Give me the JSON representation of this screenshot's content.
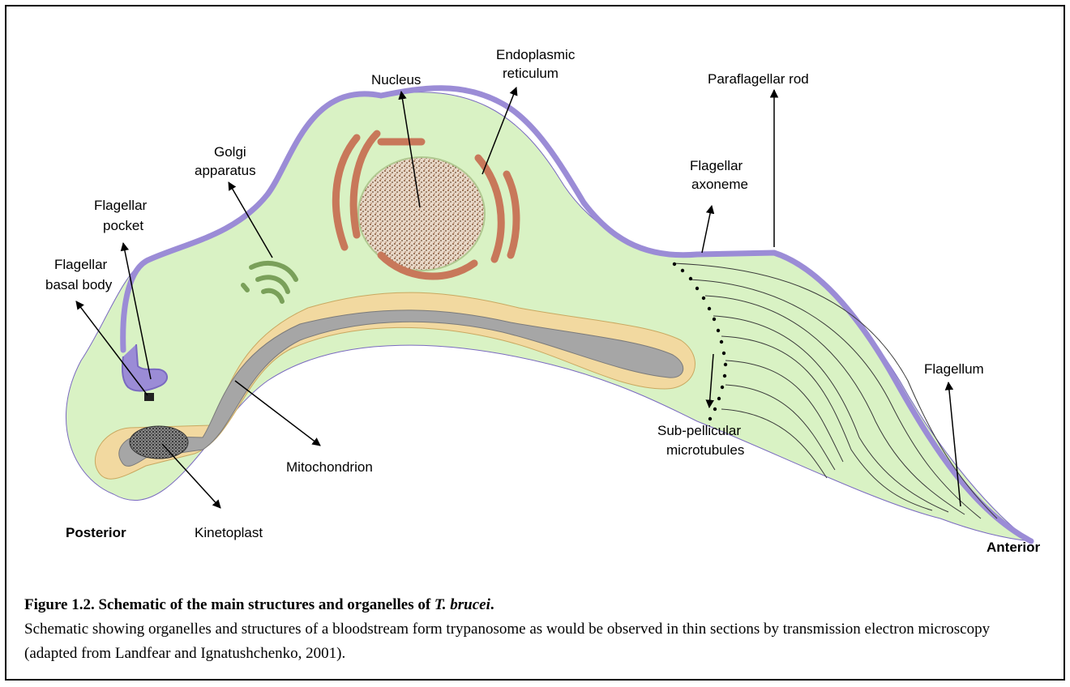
{
  "labels": {
    "nucleus": "Nucleus",
    "er_line1": "Endoplasmic",
    "er_line2": "reticulum",
    "pfr": "Paraflagellar rod",
    "golgi_line1": "Golgi",
    "golgi_line2": "apparatus",
    "axoneme_line1": "Flagellar",
    "axoneme_line2": "axoneme",
    "pocket_line1": "Flagellar",
    "pocket_line2": "pocket",
    "basal_line1": "Flagellar",
    "basal_line2": "basal body",
    "flagellum": "Flagellum",
    "subpell_line1": "Sub-pellicular",
    "subpell_line2": "microtubules",
    "mitochondrion": "Mitochondrion",
    "kinetoplast": "Kinetoplast",
    "posterior": "Posterior",
    "anterior": "Anterior"
  },
  "caption": {
    "title_prefix": "Figure 1.2. Schematic of the main structures and organelles of ",
    "title_italic": "T. brucei",
    "title_suffix": ".",
    "body": "Schematic showing organelles and structures of a bloodstream form trypanosome as would be observed in thin sections by transmission electron microscopy (adapted from Landfear and Ignatushchenko, 2001)."
  },
  "colors": {
    "cytoplasm": "#d9f2c4",
    "membrane": "#9b8cd6",
    "mito_outer": "#f2d9a0",
    "mito_inner": "#a6a6a6",
    "nucleus": "#c9a890",
    "er": "#c8785a",
    "golgi": "#7aa05a",
    "kinetoplast": "#555555"
  }
}
